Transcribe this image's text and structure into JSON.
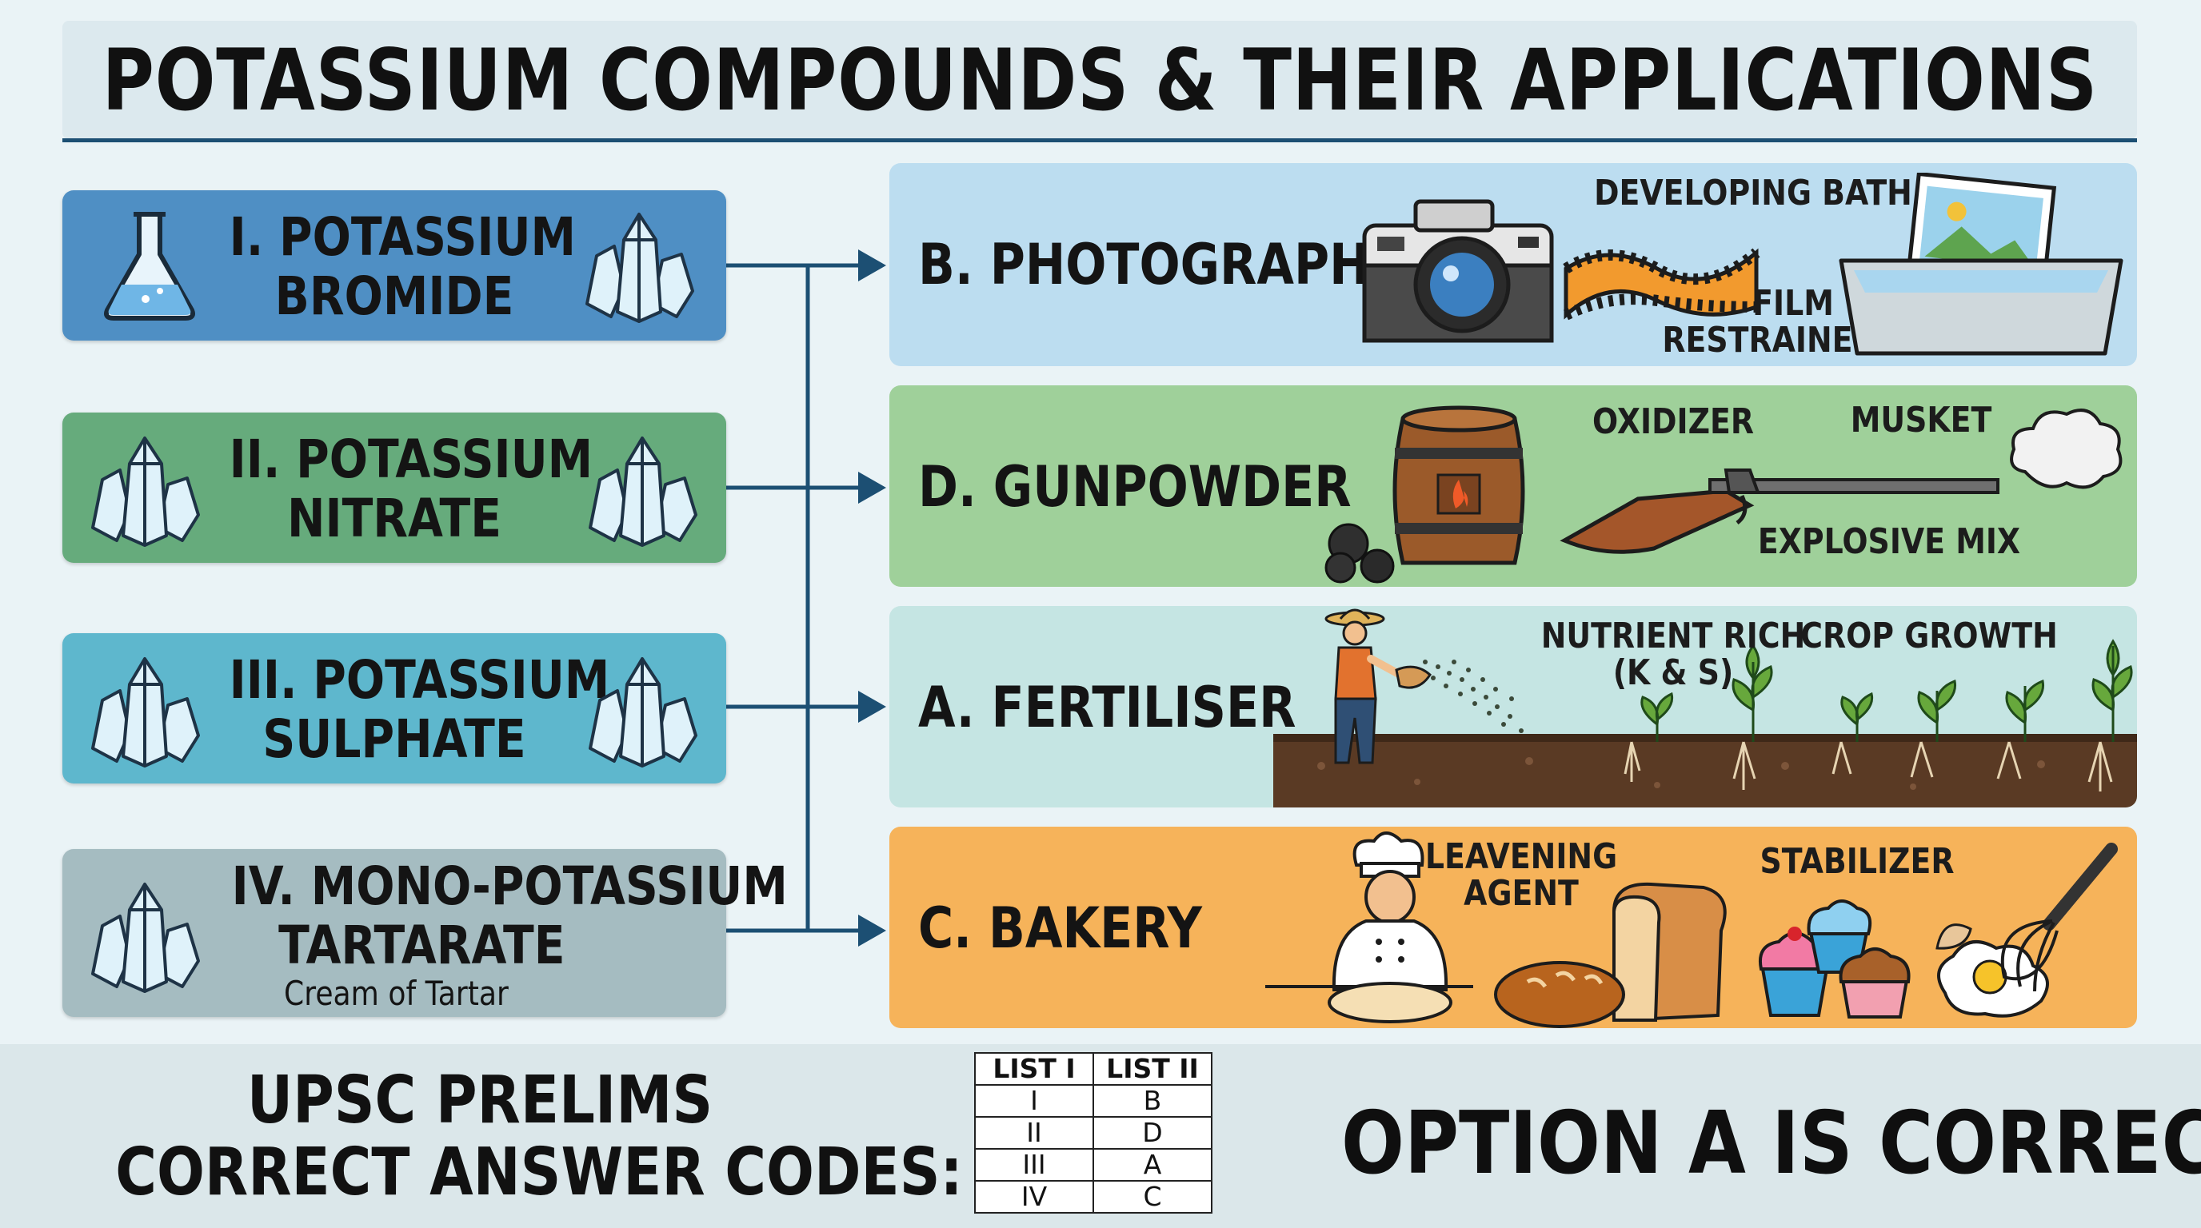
{
  "title": "POTASSIUM COMPOUNDS & THEIR APPLICATIONS",
  "compounds": [
    {
      "line1": "I. POTASSIUM",
      "line2": "BROMIDE",
      "color": "#4f8fc4"
    },
    {
      "line1": "II. POTASSIUM",
      "line2": "NITRATE",
      "color": "#66ab7c"
    },
    {
      "line1": "III. POTASSIUM",
      "line2": "SULPHATE",
      "color": "#5eb7cd"
    },
    {
      "line1": "IV. MONO-POTASSIUM",
      "line2": "TARTARATE",
      "sub": "Cream of Tartar",
      "color": "#a5bcc1"
    }
  ],
  "applications": [
    {
      "title": "B. PHOTOGRAPHY",
      "color": "#bcddf0",
      "notes": {
        "developing": "DEVELOPING BATH",
        "film": "FILM",
        "restrainer": "RESTRAINER"
      }
    },
    {
      "title": "D. GUNPOWDER",
      "color": "#9fd09a",
      "notes": {
        "oxidizer": "OXIDIZER",
        "musket": "MUSKET",
        "explosive": "EXPLOSIVE MIX"
      }
    },
    {
      "title": "A. FERTILISER",
      "color": "#c5e5e3",
      "notes": {
        "nutrient1": "NUTRIENT RICH",
        "nutrient2": "(K & S)",
        "crop": "CROP GROWTH"
      }
    },
    {
      "title": "C. BAKERY",
      "color": "#f6b35a",
      "notes": {
        "leavening1": "LEAVENING",
        "leavening2": "AGENT",
        "stabilizer": "STABILIZER"
      }
    }
  ],
  "footer": {
    "line1": "UPSC PRELIMS",
    "line2": "CORRECT ANSWER CODES:",
    "table": {
      "headers": [
        "LIST I",
        "LIST II"
      ],
      "rows": [
        [
          "I",
          "B"
        ],
        [
          "II",
          "D"
        ],
        [
          "III",
          "A"
        ],
        [
          "IV",
          "C"
        ]
      ]
    },
    "answer": "OPTION A IS CORRECT"
  },
  "colors": {
    "connector": "#1c4f73",
    "title_rule": "#1c4f73"
  }
}
